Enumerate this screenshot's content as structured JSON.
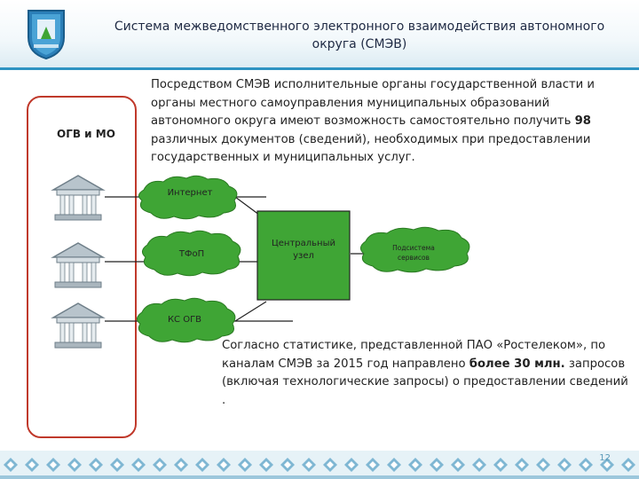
{
  "header": {
    "title_line1": "Система межведомственного электронного взаимодействия автономного",
    "title_line2": "округа (СМЭВ)",
    "emblem_icon": "coat-of-arms-icon"
  },
  "left_panel": {
    "label": "ОГВ и МО"
  },
  "intro": {
    "text_before": "Посредством СМЭВ исполнительные органы государственной власти и органы местного самоуправления муниципальных образований автономного округа имеют возможность самостоятельно получить ",
    "highlight": "98",
    "text_after": " различных документов (сведений), необходимых при предоставлении государственных и муниципальных услуг."
  },
  "diagram": {
    "internet": "Интернет",
    "tfop": "ТФоП",
    "ks_ogv": "КС ОГВ",
    "central_node_line1": "Центральный",
    "central_node_line2": "узел",
    "services_line1": "Подсистема",
    "services_line2": "сервисов"
  },
  "stats": {
    "text_before": "Согласно статистике, представленной ПАО «Ростелеком», по каналам СМЭВ за 2015 год направлено ",
    "highlight": "более 30 млн.",
    "text_after": " запросов (включая технологические запросы) о предоставлении сведений ."
  },
  "footer": {
    "page_number": "12"
  },
  "colors": {
    "cloud_fill": "#3fa535",
    "box_fill": "#3fa535",
    "panel_border": "#c0392b",
    "header_line": "#2e93c2"
  }
}
